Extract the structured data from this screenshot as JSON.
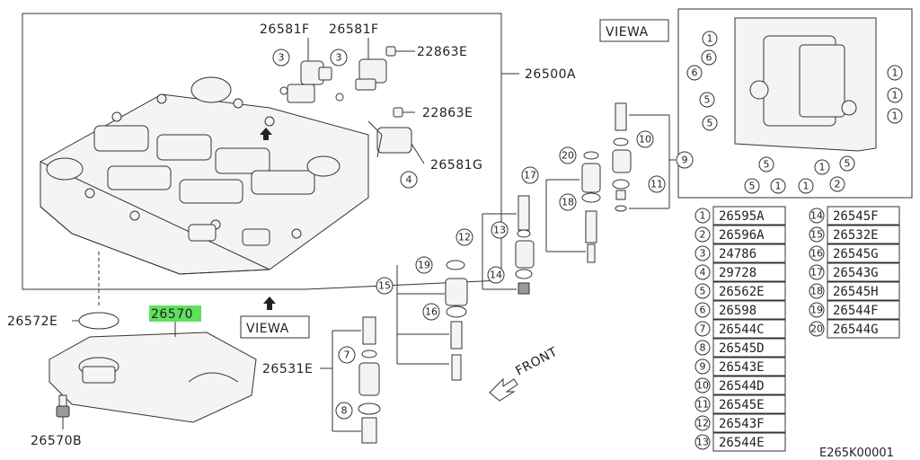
{
  "view_a_label": "VIEWA",
  "front_label": "FRONT",
  "drawing_code": "E265K00001",
  "parts": {
    "p26500A": "26500A",
    "p26581F_1": "26581F",
    "p26581F_2": "26581F",
    "p22863E_1": "22863E",
    "p22863E_2": "22863E",
    "p26581G": "26581G",
    "p26572E": "26572E",
    "p26570": "26570",
    "p26570B": "26570B",
    "p26531E": "26531E"
  },
  "highlight_color": "#5fe05f",
  "callouts": {
    "c3a": "3",
    "c3b": "3",
    "c4": "4",
    "c9": "9",
    "c10": "10",
    "c11": "11",
    "c12": "12",
    "c13": "13",
    "c14": "14",
    "c15": "15",
    "c16": "16",
    "c17": "17",
    "c18": "18",
    "c19": "19",
    "c20": "20",
    "c7": "7",
    "c8": "8"
  },
  "view_callouts": {
    "v1a": "1",
    "v6a": "6",
    "v6b": "6",
    "v5a": "5",
    "v1b": "1",
    "v1c": "1",
    "v1d": "1",
    "v5b": "5",
    "v5c": "5",
    "v1e": "1",
    "v5d": "5",
    "v5e": "5",
    "v1f": "1",
    "v1g": "1",
    "v2": "2"
  },
  "legend_left": [
    {
      "n": "1",
      "code": "26595A"
    },
    {
      "n": "2",
      "code": "26596A"
    },
    {
      "n": "3",
      "code": "24786"
    },
    {
      "n": "4",
      "code": "29728"
    },
    {
      "n": "5",
      "code": "26562E"
    },
    {
      "n": "6",
      "code": "26598"
    },
    {
      "n": "7",
      "code": "26544C"
    },
    {
      "n": "8",
      "code": "26545D"
    },
    {
      "n": "9",
      "code": "26543E"
    },
    {
      "n": "10",
      "code": "26544D"
    },
    {
      "n": "11",
      "code": "26545E"
    },
    {
      "n": "12",
      "code": "26543F"
    },
    {
      "n": "13",
      "code": "26544E"
    }
  ],
  "legend_right": [
    {
      "n": "14",
      "code": "26545F"
    },
    {
      "n": "15",
      "code": "26532E"
    },
    {
      "n": "16",
      "code": "26545G"
    },
    {
      "n": "17",
      "code": "26543G"
    },
    {
      "n": "18",
      "code": "26545H"
    },
    {
      "n": "19",
      "code": "26544F"
    },
    {
      "n": "20",
      "code": "26544G"
    }
  ]
}
